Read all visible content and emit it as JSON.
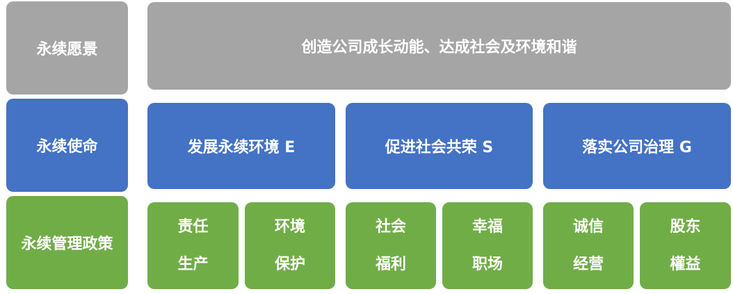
{
  "colors": {
    "gray": "#a5a5a5",
    "blue": "#4472c4",
    "green": "#70ad47",
    "text": "#ffffff"
  },
  "vision": {
    "label": "永续愿景",
    "content": "创造公司成长动能、达成社会及环境和谐"
  },
  "mission": {
    "label": "永续使命",
    "items": [
      "发展永续环境 E",
      "促进社会共荣 S",
      "落实公司治理 G"
    ]
  },
  "policy": {
    "label": "永续管理政策",
    "items": [
      {
        "line1": "责任",
        "line2": "生产"
      },
      {
        "line1": "环境",
        "line2": "保护"
      },
      {
        "line1": "社会",
        "line2": "福利"
      },
      {
        "line1": "幸福",
        "line2": "职场"
      },
      {
        "line1": "诚信",
        "line2": "经营"
      },
      {
        "line1": "股东",
        "line2": "權益"
      }
    ]
  }
}
